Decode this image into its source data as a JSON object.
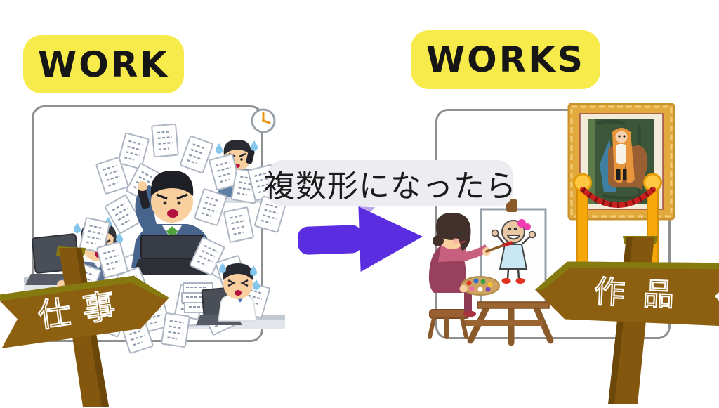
{
  "title_badges": {
    "left": "WORK",
    "right": "WORKS"
  },
  "caption": {
    "text": "複数形になったら"
  },
  "signposts": {
    "left_label": "仕事",
    "right_label": "作品"
  },
  "illustrations": {
    "left_panel": "busy office workers buried in flying papers, phones and laptops, wall clock",
    "right_panel": "woman painting a child-like picture on an easel; framed doll painting behind a red museum rope"
  },
  "colors": {
    "badge_yellow": "#F6EB4B",
    "arrow_purple": "#5A2EE0",
    "caption_band_gray": "#EDEDF1",
    "panel_border_gray": "#8F8F8F",
    "sign_board_brown": "#8D5F11",
    "sign_post_brown": "#83580E",
    "sign_olive_highlight": "#857A10",
    "stanchion_gold": "#F6A70A",
    "rope_red": "#C92020",
    "frame_gold": "#E2A93C"
  }
}
